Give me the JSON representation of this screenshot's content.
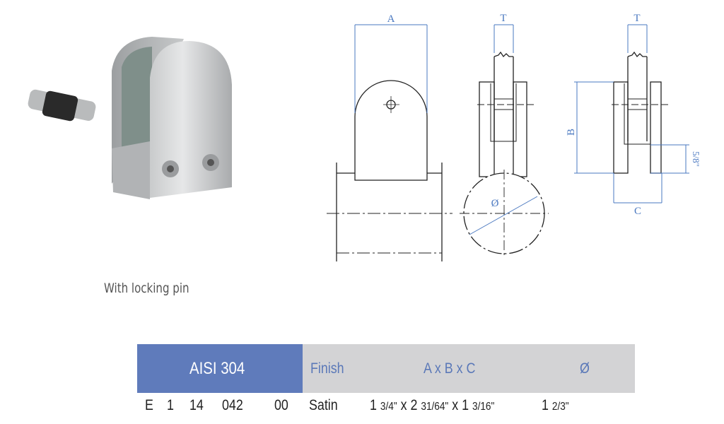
{
  "caption": "With locking pin",
  "drawing": {
    "dim_a": "A",
    "dim_t": "T",
    "dim_b": "B",
    "dim_c": "C",
    "dim_diameter": "Ø",
    "dim_5_8": "5/8\""
  },
  "colors": {
    "header_blue": "#5f7bbb",
    "header_gray": "#d3d3d5",
    "dim_blue": "#4a78c0"
  },
  "table": {
    "material": "AISI 304",
    "headers": {
      "finish": "Finish",
      "axbxc": "A x B x C",
      "diameter": "Ø"
    },
    "row": {
      "code": [
        "E",
        "1",
        "14",
        "042",
        "00"
      ],
      "finish": "Satin",
      "a_whole": "1",
      "a_frac": "3/4\"",
      "x1": "x",
      "b_whole": "2",
      "b_frac": "31/64\"",
      "x2": "x",
      "c_whole": "1",
      "c_frac": "3/16\"",
      "d_whole": "1",
      "d_frac": "2/3\""
    }
  }
}
